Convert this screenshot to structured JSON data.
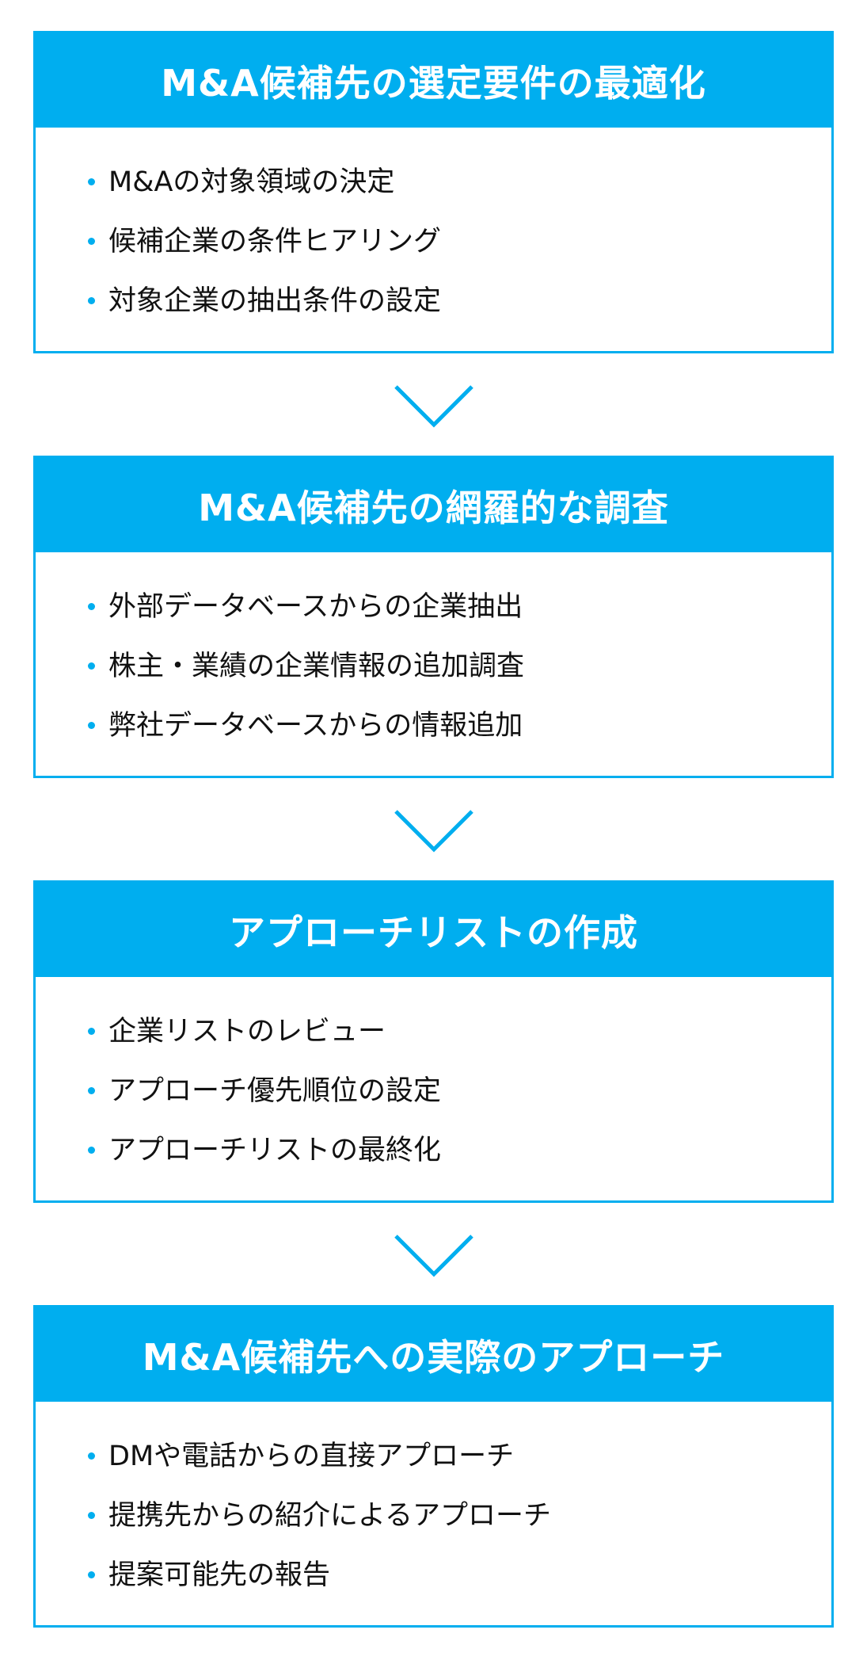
{
  "accent_color": "#00aeef",
  "steps": [
    {
      "title": "M&A候補先の選定要件の最適化",
      "items": [
        "M&Aの対象領域の決定",
        "候補企業の条件ヒアリング",
        "対象企業の抽出条件の設定"
      ]
    },
    {
      "title": "M&A候補先の網羅的な調査",
      "items": [
        "外部データベースからの企業抽出",
        "株主・業績の企業情報の追加調査",
        "弊社データベースからの情報追加"
      ]
    },
    {
      "title": "アプローチリストの作成",
      "items": [
        "企業リストのレビュー",
        "アプローチ優先順位の設定",
        "アプローチリストの最終化"
      ]
    },
    {
      "title": "M&A候補先への実際のアプローチ",
      "items": [
        "DMや電話からの直接アプローチ",
        "提携先からの紹介によるアプローチ",
        "提案可能先の報告"
      ]
    }
  ]
}
